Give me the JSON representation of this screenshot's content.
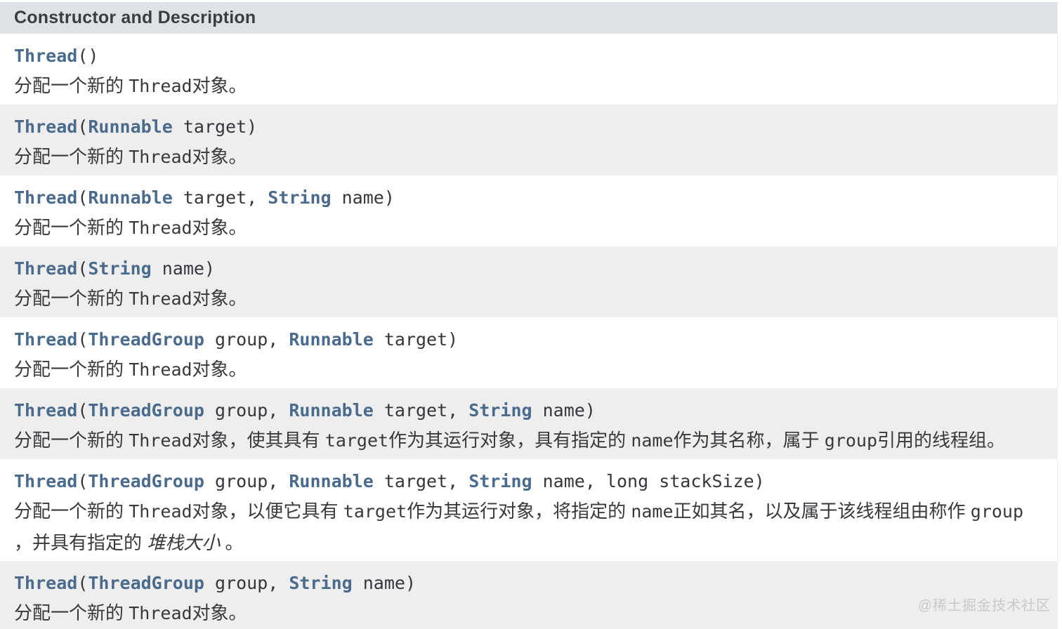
{
  "header": {
    "label": "Constructor and Description"
  },
  "colors": {
    "header_bg": "#dee2e7",
    "row_bg": "#ffffff",
    "row_alt_bg": "#eeeeef",
    "link": "#4a6b8c",
    "signature_plain": "#33373c",
    "text": "#37393c",
    "header_text": "#3a3d42",
    "watermark": "#c9c9cb"
  },
  "watermark": "@稀土掘金技术社区",
  "table": {
    "rows": [
      {
        "signature": [
          {
            "text": "Thread",
            "link": true
          },
          {
            "text": "()",
            "link": false
          }
        ],
        "description": [
          [
            {
              "text": "分配一个新的 "
            },
            {
              "text": "Thread",
              "code": true
            },
            {
              "text": "对象。"
            }
          ]
        ]
      },
      {
        "signature": [
          {
            "text": "Thread",
            "link": true
          },
          {
            "text": "(",
            "link": false
          },
          {
            "text": "Runnable",
            "link": true
          },
          {
            "text": " target)",
            "link": false
          }
        ],
        "description": [
          [
            {
              "text": "分配一个新的 "
            },
            {
              "text": "Thread",
              "code": true
            },
            {
              "text": "对象。"
            }
          ]
        ]
      },
      {
        "signature": [
          {
            "text": "Thread",
            "link": true
          },
          {
            "text": "(",
            "link": false
          },
          {
            "text": "Runnable",
            "link": true
          },
          {
            "text": " target, ",
            "link": false
          },
          {
            "text": "String",
            "link": true
          },
          {
            "text": " name)",
            "link": false
          }
        ],
        "description": [
          [
            {
              "text": "分配一个新的 "
            },
            {
              "text": "Thread",
              "code": true
            },
            {
              "text": "对象。"
            }
          ]
        ]
      },
      {
        "signature": [
          {
            "text": "Thread",
            "link": true
          },
          {
            "text": "(",
            "link": false
          },
          {
            "text": "String",
            "link": true
          },
          {
            "text": " name)",
            "link": false
          }
        ],
        "description": [
          [
            {
              "text": "分配一个新的 "
            },
            {
              "text": "Thread",
              "code": true
            },
            {
              "text": "对象。"
            }
          ]
        ]
      },
      {
        "signature": [
          {
            "text": "Thread",
            "link": true
          },
          {
            "text": "(",
            "link": false
          },
          {
            "text": "ThreadGroup",
            "link": true
          },
          {
            "text": " group, ",
            "link": false
          },
          {
            "text": "Runnable",
            "link": true
          },
          {
            "text": " target)",
            "link": false
          }
        ],
        "description": [
          [
            {
              "text": "分配一个新的 "
            },
            {
              "text": "Thread",
              "code": true
            },
            {
              "text": "对象。"
            }
          ]
        ]
      },
      {
        "signature": [
          {
            "text": "Thread",
            "link": true
          },
          {
            "text": "(",
            "link": false
          },
          {
            "text": "ThreadGroup",
            "link": true
          },
          {
            "text": " group, ",
            "link": false
          },
          {
            "text": "Runnable",
            "link": true
          },
          {
            "text": " target, ",
            "link": false
          },
          {
            "text": "String",
            "link": true
          },
          {
            "text": " name)",
            "link": false
          }
        ],
        "description": [
          [
            {
              "text": "分配一个新的 "
            },
            {
              "text": "Thread",
              "code": true
            },
            {
              "text": "对象，使其具有 "
            },
            {
              "text": "target",
              "code": true
            },
            {
              "text": "作为其运行对象，具有指定的 "
            },
            {
              "text": "name",
              "code": true
            },
            {
              "text": "作为其名称，属于 "
            },
            {
              "text": "group",
              "code": true
            },
            {
              "text": "引用的线程组。"
            }
          ]
        ]
      },
      {
        "signature": [
          {
            "text": "Thread",
            "link": true
          },
          {
            "text": "(",
            "link": false
          },
          {
            "text": "ThreadGroup",
            "link": true
          },
          {
            "text": " group, ",
            "link": false
          },
          {
            "text": "Runnable",
            "link": true
          },
          {
            "text": " target, ",
            "link": false
          },
          {
            "text": "String",
            "link": true
          },
          {
            "text": " name, long stackSize)",
            "link": false
          }
        ],
        "description": [
          [
            {
              "text": "分配一个新的 "
            },
            {
              "text": "Thread",
              "code": true
            },
            {
              "text": "对象，以便它具有 "
            },
            {
              "text": "target",
              "code": true
            },
            {
              "text": "作为其运行对象，将指定的 "
            },
            {
              "text": "name",
              "code": true
            },
            {
              "text": "正如其名，以及属于该线程组由称作 "
            },
            {
              "text": "group",
              "code": true
            }
          ],
          [
            {
              "text": "，并具有指定的 "
            },
            {
              "text": "堆栈大小",
              "italic": true
            },
            {
              "text": " 。"
            }
          ]
        ]
      },
      {
        "signature": [
          {
            "text": "Thread",
            "link": true
          },
          {
            "text": "(",
            "link": false
          },
          {
            "text": "ThreadGroup",
            "link": true
          },
          {
            "text": " group, ",
            "link": false
          },
          {
            "text": "String",
            "link": true
          },
          {
            "text": " name)",
            "link": false
          }
        ],
        "description": [
          [
            {
              "text": "分配一个新的 "
            },
            {
              "text": "Thread",
              "code": true
            },
            {
              "text": "对象。"
            }
          ]
        ]
      }
    ]
  }
}
